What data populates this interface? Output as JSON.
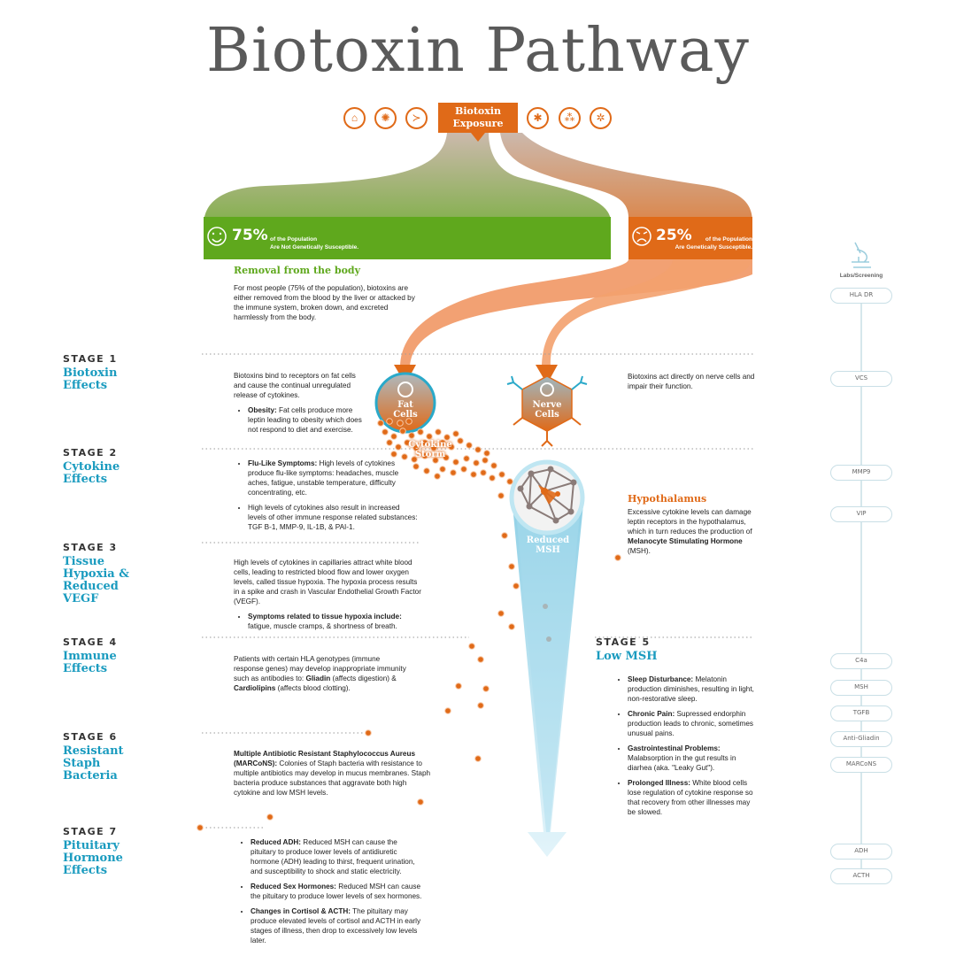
{
  "title": "Biotoxin Pathway",
  "exposure": {
    "label_line1": "Biotoxin",
    "label_line2": "Exposure"
  },
  "exposure_icons": [
    "house-icon",
    "mold-icon",
    "fish-icon",
    "spider-icon",
    "bacteria-icon",
    "tick-icon"
  ],
  "not_susceptible": {
    "pct": "75%",
    "line1": "of the Population",
    "line2": "Are Not Genetically Susceptible."
  },
  "susceptible": {
    "pct": "25%",
    "line1": "of the Population",
    "line2": "Are Genetically Susceptible."
  },
  "removal": {
    "heading": "Removal from the body",
    "text": "For most people (75% of the population), biotoxins are either removed from the blood by the liver or attacked by the immune system, broken down, and excreted harmlessly from the body."
  },
  "nodes": {
    "fat_cells": "Fat\nCells",
    "nerve_cells": "Nerve\nCells",
    "cytokine_storm": "Cytokine\nStorm",
    "reduced_msh": "Reduced\nMSH"
  },
  "stages": [
    {
      "num": "STAGE 1",
      "name": "Biotoxin\nEffects"
    },
    {
      "num": "STAGE 2",
      "name": "Cytokine\nEffects"
    },
    {
      "num": "STAGE 3",
      "name": "Tissue\nHypoxia &\nReduced\nVEGF"
    },
    {
      "num": "STAGE 4",
      "name": "Immune\nEffects"
    },
    {
      "num": "STAGE 5",
      "name": "Low MSH"
    },
    {
      "num": "STAGE 6",
      "name": "Resistant\nStaph\nBacteria"
    },
    {
      "num": "STAGE 7",
      "name": "Pituitary\nHormone\nEffects"
    }
  ],
  "stage1": {
    "text": "Biotoxins bind to receptors on fat cells and cause the continual unregulated release of cytokines.",
    "bullet_bold": "Obesity:",
    "bullet": " Fat cells produce more leptin leading to obesity which does not respond to diet and exercise.",
    "nerve_text": "Biotoxins act directly on nerve cells and impair their function."
  },
  "stage2": {
    "b1_bold": "Flu-Like Symptoms:",
    "b1": " High levels of cytokines produce flu-like symptoms: headaches, muscle aches, fatigue, unstable temperature, difficulty concentrating, etc.",
    "b2": "High levels of cytokines also result in increased levels of other immune response related substances: TGF B-1, MMP-9, IL-1B, & PAI-1."
  },
  "hypothalamus": {
    "heading": "Hypothalamus",
    "text": "Excessive cytokine levels can damage leptin receptors in the hypothalamus, which in turn reduces the production of ",
    "bold": "Melanocyte Stimulating Hormone",
    "tail": " (MSH)."
  },
  "stage3": {
    "text": "High levels of cytokines in capillaries attract white blood cells, leading to restricted blood flow and lower oxygen levels, called tissue hypoxia. The hypoxia process results in a spike and crash in Vascular Endothelial Growth Factor (VEGF).",
    "b_bold": "Symptoms related to tissue hypoxia include:",
    "b": " fatigue, muscle cramps, & shortness of breath."
  },
  "stage4": {
    "text": "Patients with certain HLA genotypes (immune response genes) may develop inappropriate immunity such as antibodies to: ",
    "bold1": "Gliadin",
    "mid": " (affects digestion) & ",
    "bold2": "Cardiolipins",
    "tail": " (affects blood clotting)."
  },
  "stage5": {
    "items": [
      {
        "bold": "Sleep Disturbance:",
        "text": " Melatonin production diminishes, resulting in light, non-restorative sleep."
      },
      {
        "bold": "Chronic Pain:",
        "text": " Supressed endorphin production leads to chronic, sometimes unusual pains."
      },
      {
        "bold": "Gastrointestinal Problems:",
        "text": " Malabsorption in the gut results in diarhea (aka. \"Leaky Gut\")."
      },
      {
        "bold": "Prolonged Illness:",
        "text": " White blood cells lose regulation of cytokine response so that recovery from other illnesses may be slowed."
      }
    ]
  },
  "stage6": {
    "bold": "Multiple Antibiotic Resistant Staphylococcus Aureus (MARCoNS):",
    "text": " Colonies of Staph bacteria with resistance to multiple antibiotics may develop in mucus membranes. Staph bacteria produce substances that aggravate both high cytokine and low MSH levels."
  },
  "stage7": {
    "items": [
      {
        "bold": "Reduced ADH:",
        "text": " Reduced MSH can cause the pituitary to produce lower levels of antidiuretic hormone (ADH) leading to thirst, frequent urination, and susceptibility to shock and static electricity."
      },
      {
        "bold": "Reduced Sex Hormones:",
        "text": " Reduced MSH can cause the pituitary to produce lower levels of sex hormones."
      },
      {
        "bold": "Changes in Cortisol & ACTH:",
        "text": " The pituitary may produce elevated levels of cortisol and ACTH in early stages of illness, then drop to excessively low levels later."
      }
    ]
  },
  "labs": {
    "heading": "Labs/Screening",
    "items": [
      "HLA DR",
      "VCS",
      "MMP9",
      "VIP",
      "C4a",
      "MSH",
      "TGFB",
      "Anti-Gliadin",
      "MARCoNS",
      "ADH",
      "ACTH"
    ]
  },
  "colors": {
    "orange": "#e06a18",
    "green": "#5fa81d",
    "blue": "#1a9bbf",
    "teal": "#2aa9c9"
  }
}
